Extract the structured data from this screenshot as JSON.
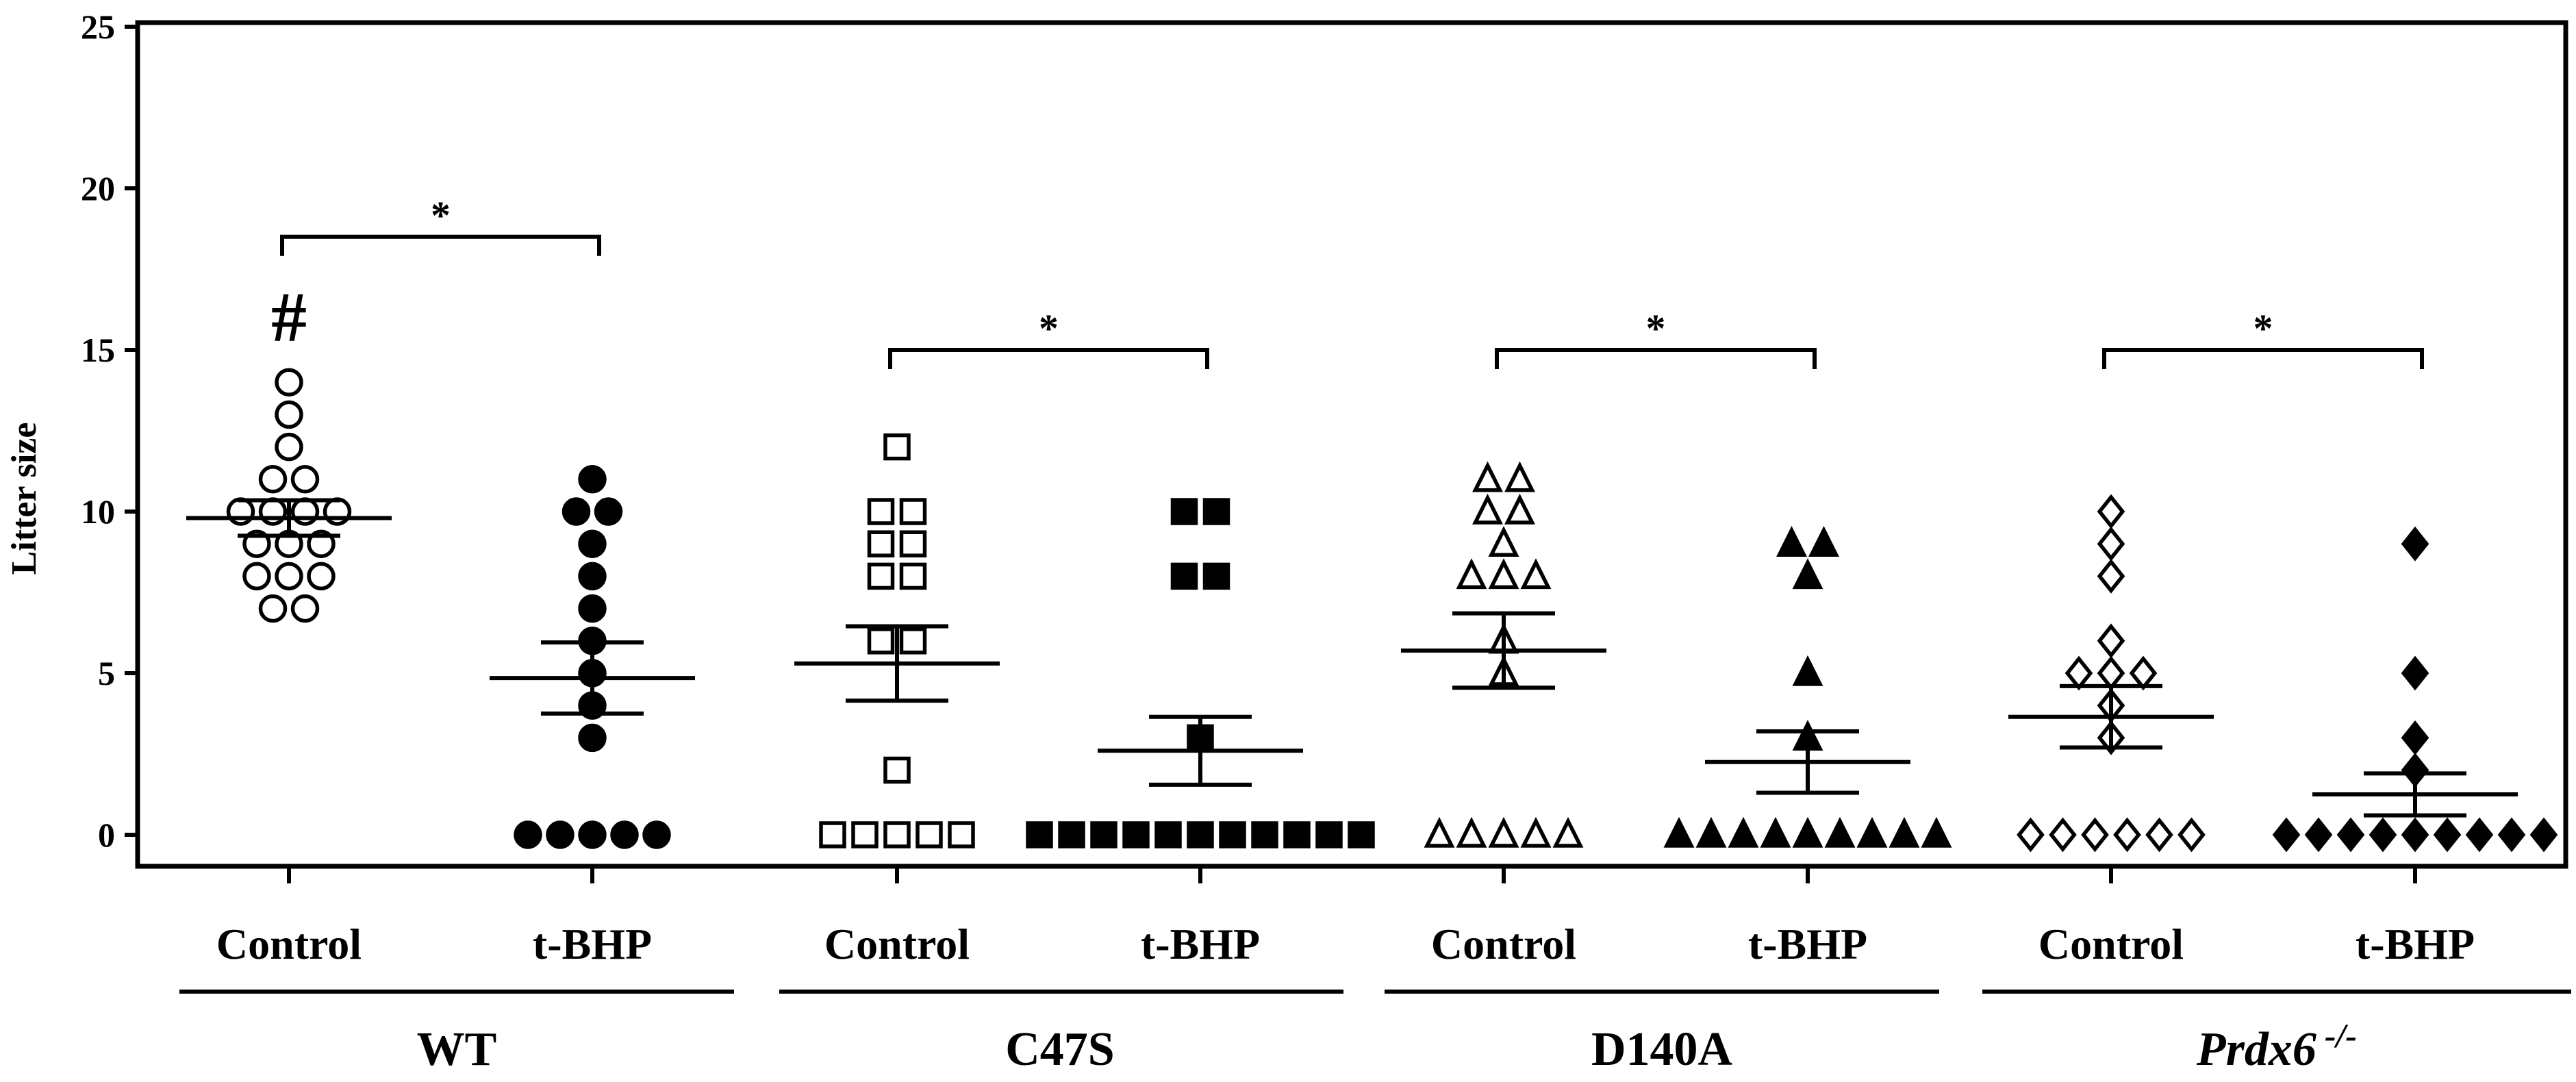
{
  "chart_data": {
    "type": "scatter",
    "ylabel": "Litter size",
    "ylim": [
      0,
      25
    ],
    "yticks": [
      "0",
      "5",
      "10",
      "15",
      "20",
      "25"
    ],
    "grid": false,
    "groups": [
      {
        "label": "WT",
        "label_suffix": "",
        "significance": "*",
        "conditions": [
          {
            "label": "Control",
            "marker": "circle",
            "filled": false,
            "mean": 9.8,
            "sem": 0.55,
            "annotation": "#",
            "values": [
              14,
              13,
              12,
              11,
              11,
              10,
              10,
              10,
              10,
              9,
              9,
              9,
              8,
              8,
              8,
              7,
              7
            ]
          },
          {
            "label": "t-BHP",
            "marker": "circle",
            "filled": true,
            "mean": 4.85,
            "sem": 1.1,
            "values": [
              11,
              10,
              10,
              9,
              8,
              7,
              6,
              5,
              4,
              3,
              0,
              0,
              0,
              0,
              0
            ]
          }
        ]
      },
      {
        "label": "C47S",
        "label_suffix": "",
        "significance": "*",
        "conditions": [
          {
            "label": "Control",
            "marker": "square",
            "filled": false,
            "mean": 5.3,
            "sem": 1.15,
            "values": [
              12,
              10,
              10,
              9,
              9,
              8,
              8,
              6,
              6,
              2,
              0,
              0,
              0,
              0,
              0
            ]
          },
          {
            "label": "t-BHP",
            "marker": "square",
            "filled": true,
            "mean": 2.6,
            "sem": 1.05,
            "values": [
              10,
              10,
              8,
              8,
              3,
              0,
              0,
              0,
              0,
              0,
              0,
              0,
              0,
              0,
              0,
              0
            ]
          }
        ]
      },
      {
        "label": "D140A",
        "label_suffix": "",
        "significance": "*",
        "conditions": [
          {
            "label": "Control",
            "marker": "triangle",
            "filled": false,
            "mean": 5.7,
            "sem": 1.15,
            "values": [
              11,
              11,
              10,
              10,
              9,
              8,
              8,
              8,
              6,
              5,
              0,
              0,
              0,
              0,
              0
            ]
          },
          {
            "label": "t-BHP",
            "marker": "triangle",
            "filled": true,
            "mean": 2.25,
            "sem": 0.95,
            "values": [
              9,
              9,
              8,
              5,
              3,
              0,
              0,
              0,
              0,
              0,
              0,
              0,
              0,
              0
            ]
          }
        ]
      },
      {
        "label": "Prdx6",
        "label_suffix": "-/-",
        "significance": "*",
        "conditions": [
          {
            "label": "Control",
            "marker": "diamond",
            "filled": false,
            "mean": 3.65,
            "sem": 0.95,
            "values": [
              10,
              9,
              8,
              6,
              5,
              5,
              5,
              4,
              3,
              0,
              0,
              0,
              0,
              0,
              0
            ]
          },
          {
            "label": "t-BHP",
            "marker": "diamond",
            "filled": true,
            "mean": 1.25,
            "sem": 0.65,
            "values": [
              9,
              5,
              3,
              2,
              0,
              0,
              0,
              0,
              0,
              0,
              0,
              0,
              0
            ]
          }
        ]
      }
    ]
  }
}
